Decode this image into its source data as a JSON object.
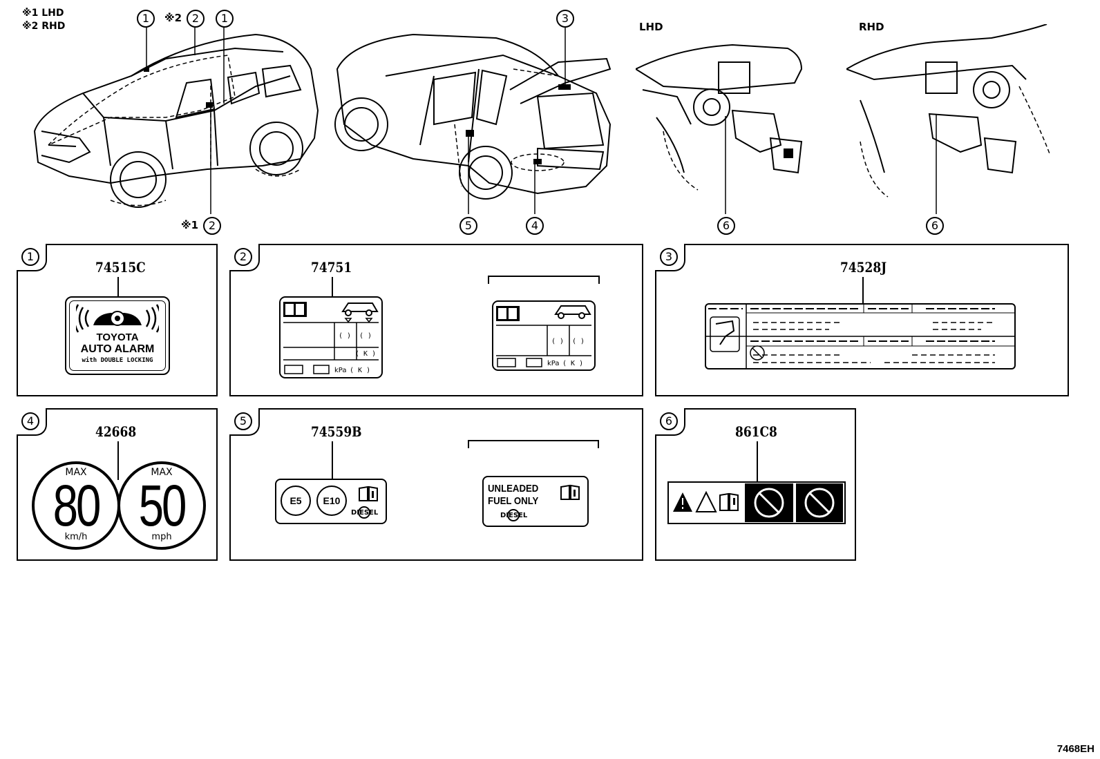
{
  "legend": {
    "lhd_marker": "※1 LHD",
    "rhd_marker": "※2 RHD"
  },
  "callouts": {
    "n1": "1",
    "n2": "2",
    "n3": "3",
    "n4": "4",
    "n5": "5",
    "n6": "6",
    "mark1": "※1",
    "mark2": "※2"
  },
  "dash_views": {
    "lhd": "LHD",
    "rhd": "RHD"
  },
  "panels": [
    {
      "index": "1",
      "part": "74515C",
      "alarm_label": {
        "line1": "TOYOTA",
        "line2": "AUTO ALARM",
        "line3": "with DOUBLE LOCKING"
      }
    },
    {
      "index": "2",
      "part": "74751",
      "tire_units": "kPa"
    },
    {
      "index": "3",
      "part": "74528J"
    },
    {
      "index": "4",
      "part": "42668",
      "speed_left": {
        "top": "MAX",
        "value": "80",
        "unit": "km/h"
      },
      "speed_right": {
        "top": "MAX",
        "value": "50",
        "unit": "mph"
      }
    },
    {
      "index": "5",
      "part": "74559B",
      "fuel_left": {
        "e5": "E5",
        "e10": "E10",
        "diesel": "DIESEL"
      },
      "fuel_right": {
        "line1": "UNLEADED",
        "line2": "FUEL ONLY",
        "diesel": "DIESEL"
      }
    },
    {
      "index": "6",
      "part": "861C8"
    }
  ],
  "drawing_code": "7468EH"
}
